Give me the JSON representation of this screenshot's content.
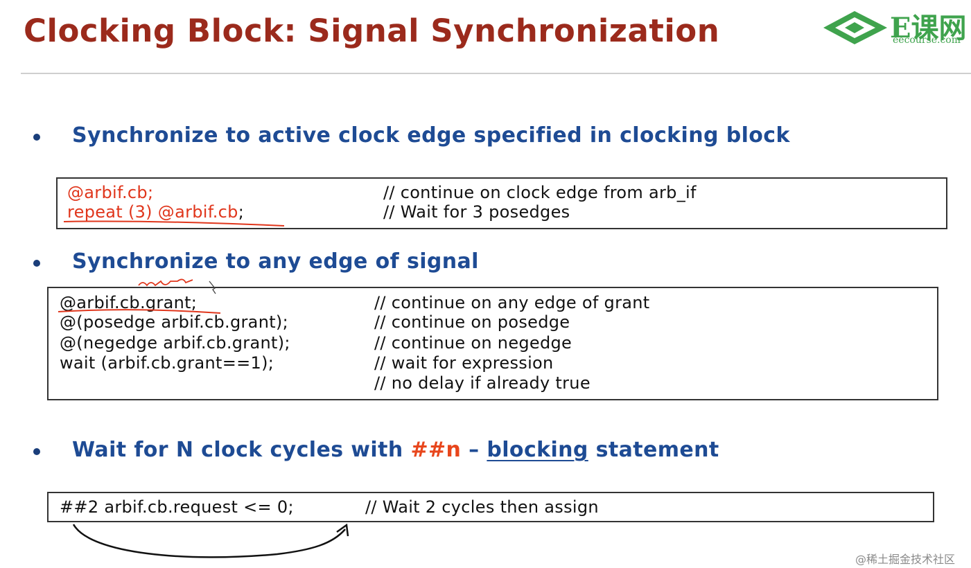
{
  "title": "Clocking Block: Signal Synchronization",
  "logo": {
    "brand": "E课网",
    "sub": "eecourse.com",
    "accent": "#3fa34d",
    "icon": "eecourse-logo-icon"
  },
  "sections": [
    {
      "heading": "Synchronize to active clock edge specified in clocking block",
      "code": [
        {
          "stmt": "@arbif.cb;",
          "comment": "// continue on clock edge from arb_if"
        },
        {
          "stmt": "repeat (3) @arbif.cb",
          "stmt_tail": ";",
          "comment": "// Wait for 3 posedges"
        }
      ]
    },
    {
      "heading": "Synchronize to any edge of signal",
      "code": [
        {
          "stmt": "@arbif.cb.grant;",
          "comment": "// continue on any edge of grant"
        },
        {
          "stmt": "@(posedge arbif.cb.grant);",
          "comment": "// continue on posedge"
        },
        {
          "stmt": "@(negedge arbif.cb.grant);",
          "comment": "// continue on negedge"
        },
        {
          "stmt": "wait (arbif.cb.grant==1);",
          "comment": "// wait for expression"
        },
        {
          "stmt": "",
          "comment": "// no delay if already true"
        }
      ]
    },
    {
      "heading_pre": "Wait for N clock cycles with ",
      "heading_hl": "##n",
      "heading_mid": " – ",
      "heading_ul": "blocking",
      "heading_post": " statement",
      "code": [
        {
          "stmt": "##2 arbif.cb.request <= 0;",
          "comment": "// Wait 2 cycles then assign"
        }
      ]
    }
  ],
  "watermark": "@稀土掘金技术社区",
  "colors": {
    "title": "#9b2a1c",
    "heading": "#1e4b94",
    "highlight": "#e8461c",
    "code_red": "#e0361c"
  }
}
